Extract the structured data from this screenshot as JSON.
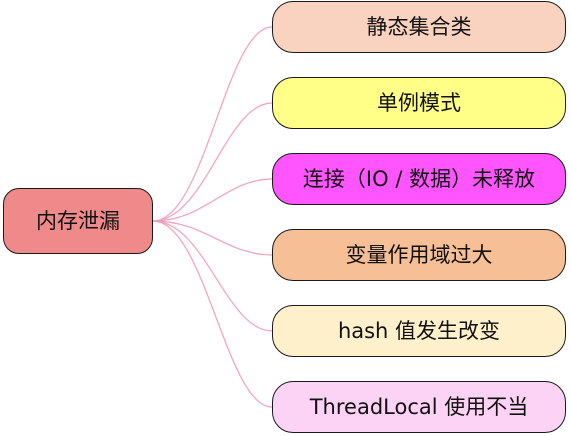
{
  "root": {
    "label": "内存泄漏",
    "color": "#f08a8a"
  },
  "branches": [
    {
      "label": "静态集合类",
      "color": "#f9d3bf"
    },
    {
      "label": "单例模式",
      "color": "#ffff88"
    },
    {
      "label": "连接（IO / 数据）未释放",
      "color": "#ff55ff"
    },
    {
      "label": "变量作用域过大",
      "color": "#f7bf96"
    },
    {
      "label": "hash 值发生改变",
      "color": "#fff0cc"
    },
    {
      "label": "ThreadLocal 使用不当",
      "color": "#fdd3f5"
    }
  ],
  "connector_color": "#f2a0b8"
}
